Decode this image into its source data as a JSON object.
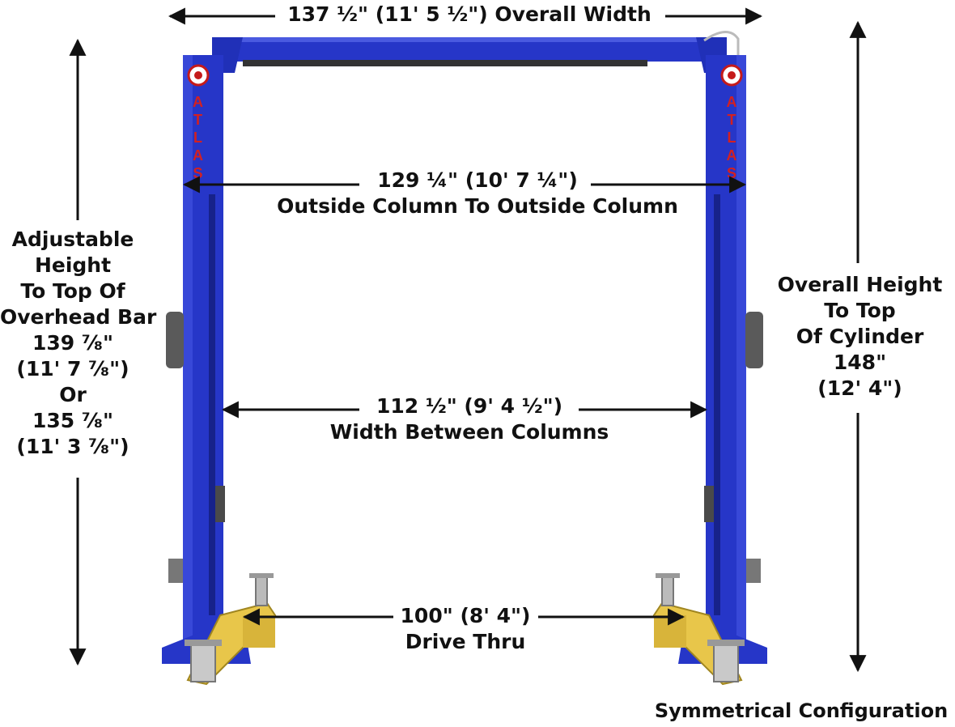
{
  "brand": {
    "logo_text": "ATLAS",
    "colors": {
      "column": "#2636c8",
      "column_dark": "#17228a",
      "arm": "#e8c64a",
      "arrow": "#111111"
    }
  },
  "dimensions": {
    "overall_width": "137 ½\" (11' 5 ½\") Overall Width",
    "outside_columns": {
      "line1": "129 ¼\" (10' 7 ¼\")",
      "line2": "Outside Column To Outside Column"
    },
    "between_columns": {
      "line1": "112 ½\" (9' 4 ½\")",
      "line2": "Width Between Columns"
    },
    "drive_thru": {
      "line1": "100\" (8' 4\")",
      "line2": "Drive Thru"
    },
    "adjustable_height": {
      "lines": [
        "Adjustable",
        "Height",
        "To Top Of",
        "Overhead Bar",
        "139 ⁷⁄₈\"",
        "(11' 7 ⁷⁄₈\")",
        "Or",
        "135 ⁷⁄₈\"",
        "(11' 3 ⁷⁄₈\")"
      ]
    },
    "overall_height": {
      "lines": [
        "Overall Height",
        "To Top",
        "Of Cylinder",
        "148\"",
        "(12' 4\")"
      ]
    }
  },
  "footer": {
    "configuration": "Symmetrical Configuration"
  }
}
